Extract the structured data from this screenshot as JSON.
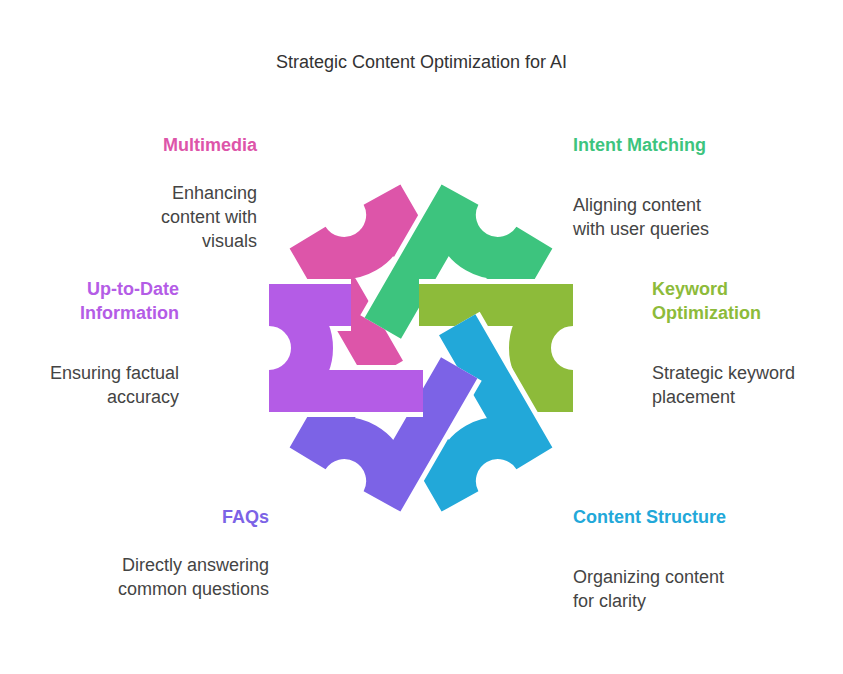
{
  "diagram": {
    "title": "Strategic Content Optimization for AI",
    "nodes": [
      {
        "text": [
          "Multimedia",
          "Enhancing content with visuals"
        ]
      },
      {
        "text": [
          "Intent Matching",
          "Aligning content with user queries"
        ]
      },
      {
        "text": [
          "Up-to-Date Information",
          "Ensuring factual accuracy"
        ]
      },
      {
        "text": [
          "Keyword Optimization",
          "Strategic keyword placement"
        ]
      },
      {
        "text": [
          "FAQs",
          "Directly answering common questions"
        ]
      },
      {
        "text": [
          "Content Structure",
          "Organizing content for clarity"
        ]
      }
    ]
  }
}
